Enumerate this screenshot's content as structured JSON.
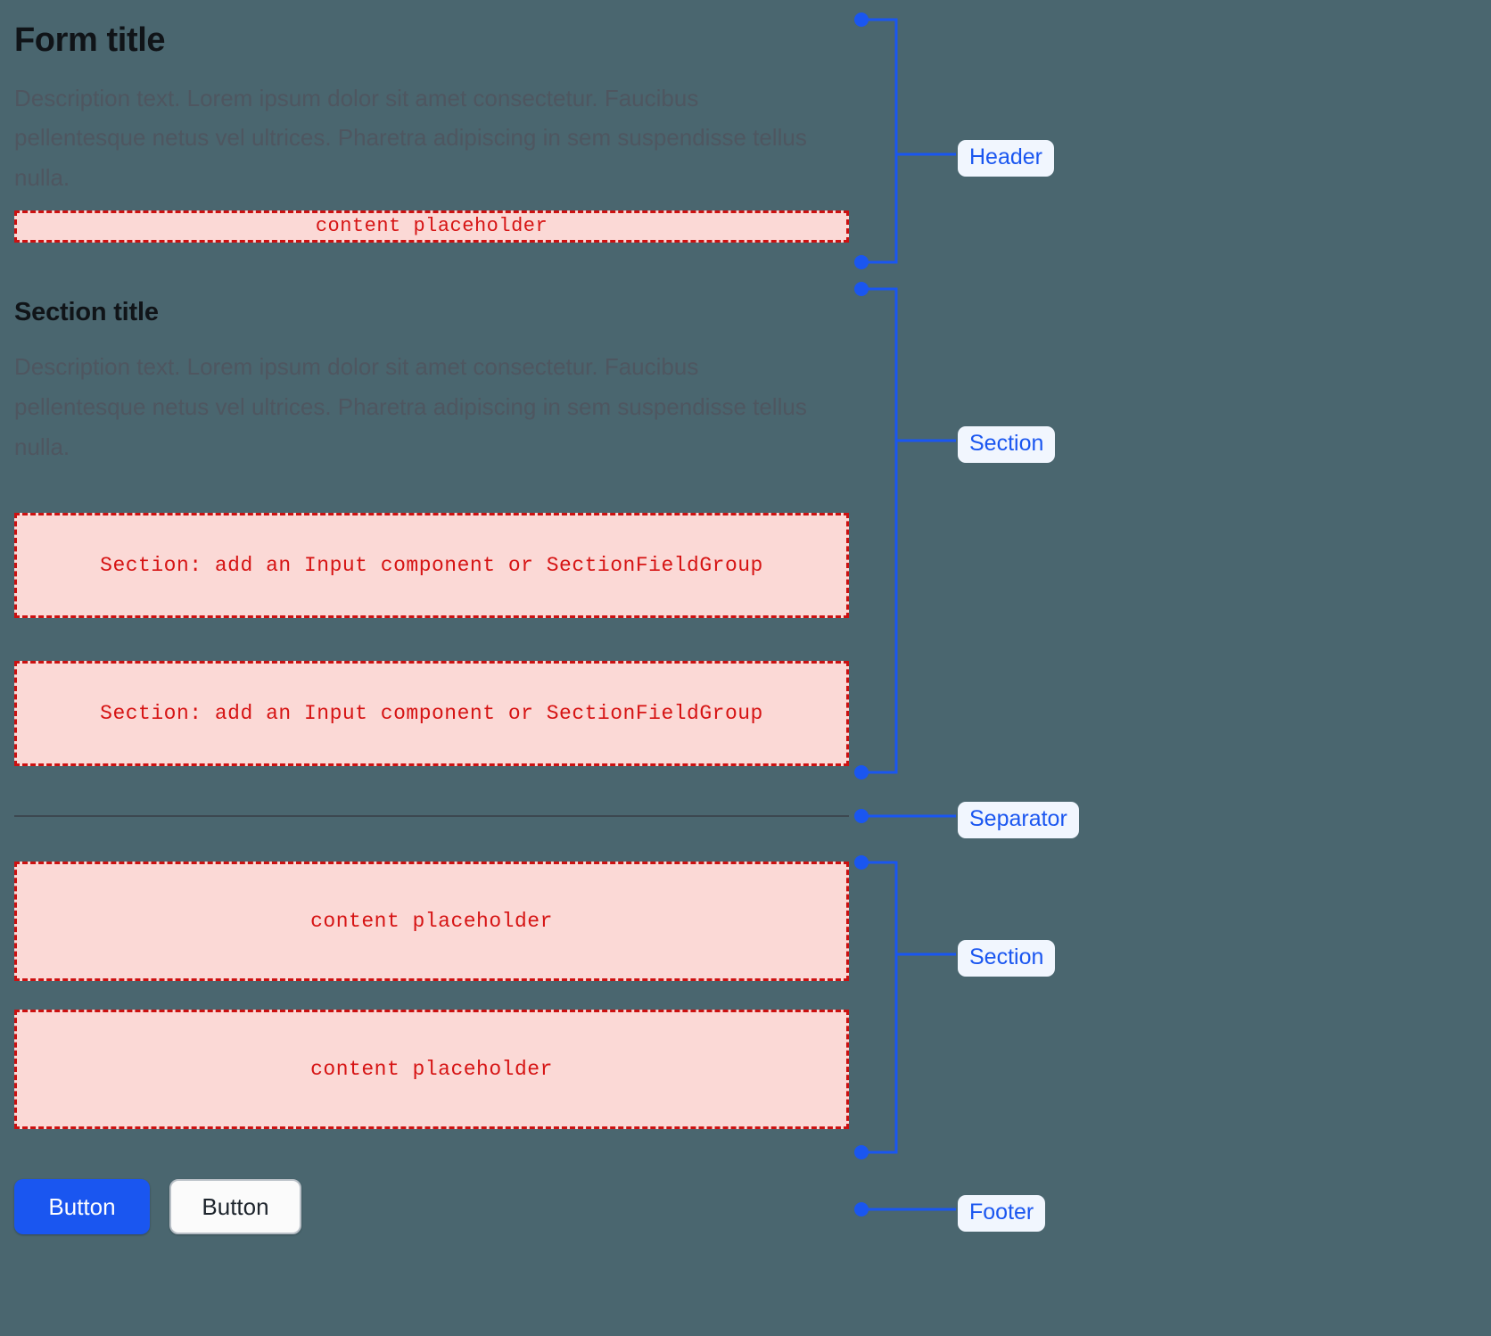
{
  "page": {
    "background_color": "#4a666f",
    "accent_color": "#1a56f0",
    "placeholder_fill": "#fbd9d6",
    "placeholder_border": "#cc1111",
    "placeholder_text_color": "#d61414",
    "separator_color": "#3c4850"
  },
  "header": {
    "title": "Form title",
    "description": "Description text. Lorem ipsum dolor sit amet consectetur. Faucibus pellentesque netus vel ultrices. Pharetra adipiscing in sem suspendisse tellus nulla.",
    "placeholder": "content placeholder"
  },
  "section_one": {
    "title": "Section title",
    "description": "Description text. Lorem ipsum dolor sit amet consectetur. Faucibus pellentesque netus vel ultrices. Pharetra adipiscing in sem suspendisse tellus nulla.",
    "placeholders": [
      "Section: add an Input component or SectionFieldGroup",
      "Section: add an Input component or SectionFieldGroup"
    ]
  },
  "section_two": {
    "placeholders": [
      "content placeholder",
      "content placeholder"
    ]
  },
  "footer": {
    "primary_button": "Button",
    "secondary_button": "Button"
  },
  "annotations": [
    {
      "label": "Header"
    },
    {
      "label": "Section"
    },
    {
      "label": "Separator"
    },
    {
      "label": "Section"
    },
    {
      "label": "Footer"
    }
  ]
}
